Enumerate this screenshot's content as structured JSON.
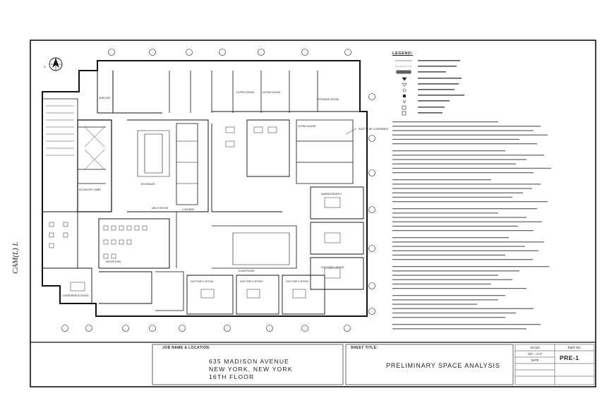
{
  "job": {
    "label": "JOB NAME & LOCATION:",
    "line1": "635 MADISON AVENUE",
    "line2": "NEW YORK, NEW YORK",
    "line3": "16TH FLOOR"
  },
  "sheet": {
    "label": "SHEET TITLE:",
    "title": "PRELIMINARY SPACE ANALYSIS",
    "number": "PRE-1",
    "scale_label": "SCALE",
    "scale_value": "1/8\" = 1'-0\"",
    "dwg_label": "DWG NO.",
    "date_label": "DATE"
  },
  "legend": {
    "title": "LEGEND:"
  },
  "notes": {
    "side_note": "CAM(L) L"
  },
  "rooms": {
    "elevator_lobby": "ELEVATOR LOBBY",
    "mech_room": "MECH ROOM",
    "entrance": "ENTRANCE",
    "conference_room": "CONFERENCE ROOM",
    "doctors_office_1": "DOCTOR'S OFFICE",
    "doctors_office_2": "DOCTOR'S OFFICE",
    "doctors_office_3": "DOCTOR'S OFFICE",
    "doctors_office_4": "DOCTOR'S OFFICE",
    "ultra_sound_1": "ULTRA SOUND",
    "ultra_sound_2": "ULTRA SOUND",
    "ultra_sound_3": "ULTRA SOUND",
    "exam_room": "EXAM ROOM",
    "reception": "RECEPTION",
    "storage_room": "STORAGE ROOM",
    "shelves": "SHELVES",
    "lockers": "LOCKERS",
    "mammography": "MAMMOGRAPHY"
  },
  "annotations": {
    "n_arrow": "N",
    "to_be_confirmed": "SIZE TO BE CONFIRMED"
  }
}
